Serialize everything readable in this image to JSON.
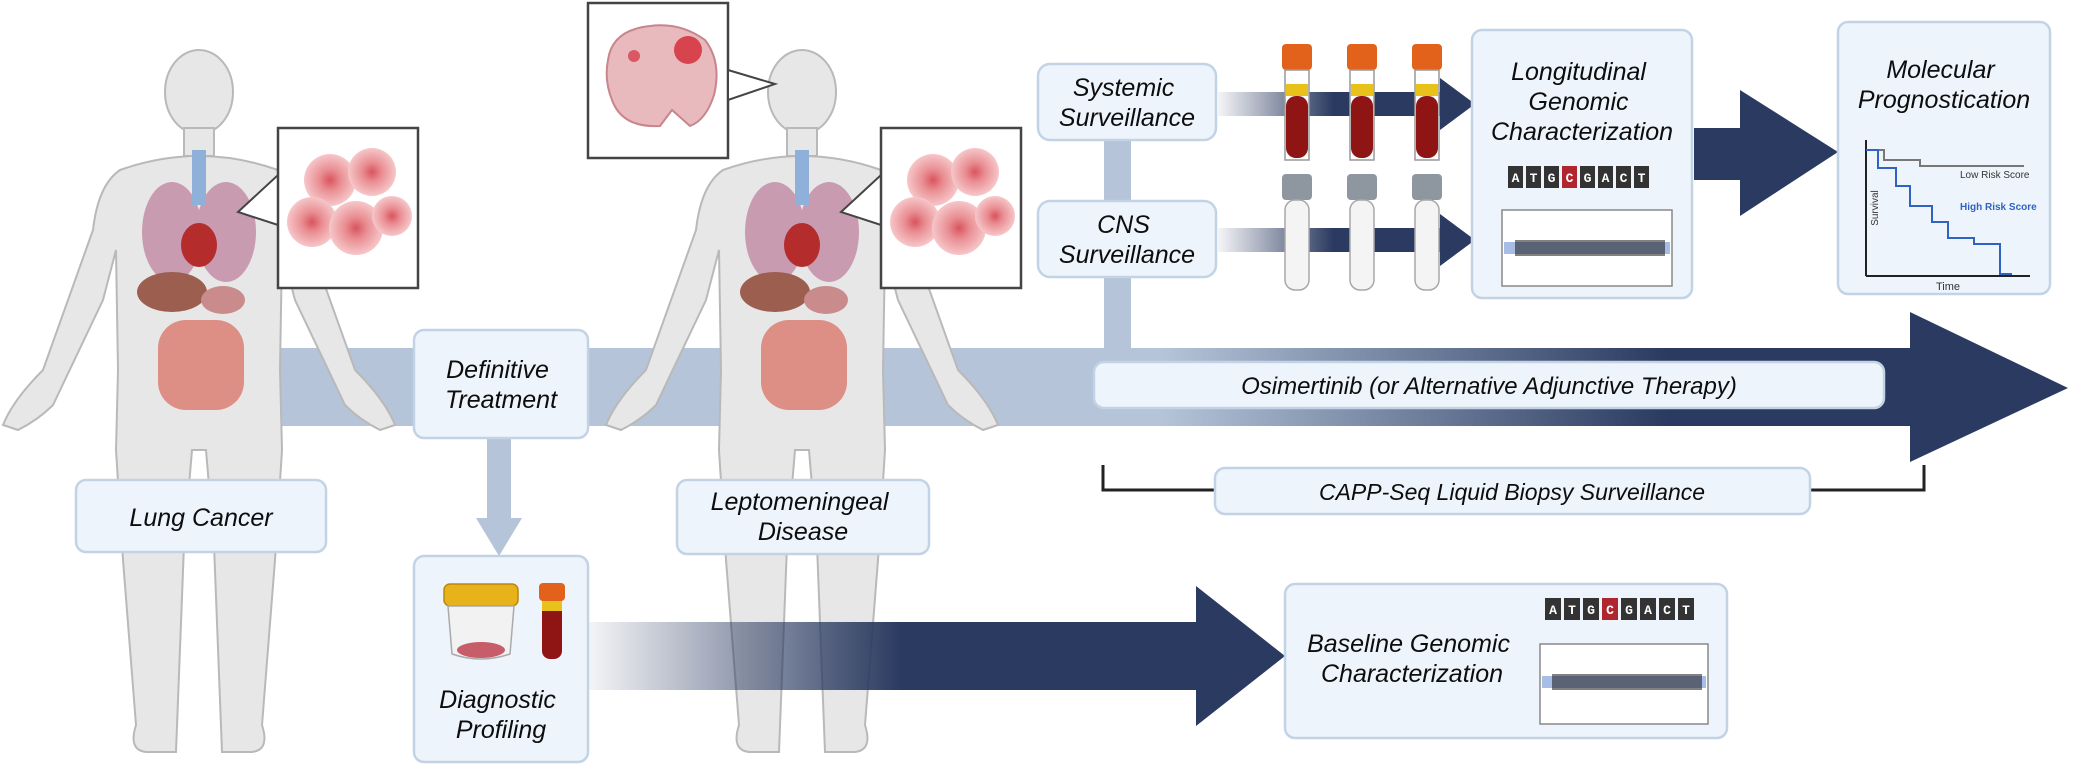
{
  "labels": {
    "lung_cancer": "Lung Cancer",
    "definitive_treatment": [
      "Definitive",
      "Treatment"
    ],
    "leptomeningeal_disease": [
      "Leptomeningeal",
      "Disease"
    ],
    "systemic_surveillance": [
      "Systemic",
      "Surveillance"
    ],
    "cns_surveillance": [
      "CNS",
      "Surveillance"
    ],
    "longitudinal": [
      "Longitudinal",
      "Genomic",
      "Characterization"
    ],
    "molecular": [
      "Molecular",
      "Prognostication"
    ],
    "osimertinib": "Osimertinib (or Alternative Adjunctive Therapy)",
    "capp_seq": "CAPP-Seq Liquid Biopsy Surveillance",
    "diagnostic": [
      "Diagnostic",
      "Profiling"
    ],
    "baseline": [
      "Baseline Genomic",
      "Characterization"
    ]
  },
  "dna_sequence": [
    "A",
    "T",
    "G",
    "C",
    "G",
    "A",
    "C",
    "T"
  ],
  "dna_highlight_index": 3,
  "survival_plot": {
    "ylabel": "Survival",
    "xlabel": "Time",
    "low_label": "Low Risk Score",
    "high_label": "High Risk Score",
    "low_color": "#777777",
    "high_color": "#2f63c0"
  },
  "colors": {
    "arrow_dark": "#2a3a60",
    "arrow_light": "#b5c4d8",
    "box_fill": "#eef4fb",
    "box_stroke": "#c3d3e6",
    "blood_red": "#8f1515",
    "cap_orange": "#e2621c",
    "cap_grey": "#8e96a0",
    "dna_highlight": "#b0262e"
  }
}
